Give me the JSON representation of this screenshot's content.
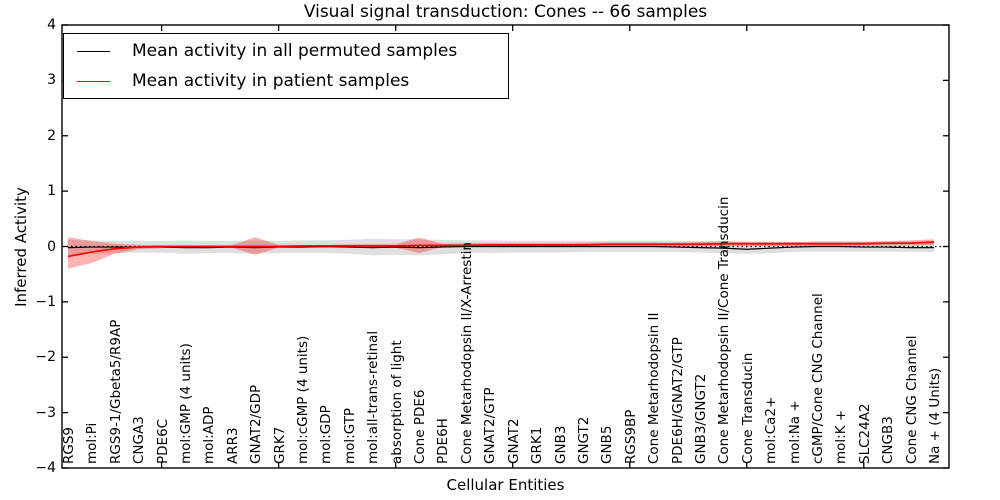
{
  "chart_data": {
    "type": "line",
    "title": "Visual signal transduction: Cones -- 66 samples",
    "xlabel": "Cellular Entities",
    "ylabel": "Inferred Activity",
    "ylim": [
      -4,
      4
    ],
    "yticks": [
      -4,
      -3,
      -2,
      -1,
      0,
      1,
      2,
      3,
      4
    ],
    "grid": false,
    "legend_position": "upper left",
    "zero_line_style": "dotted",
    "top_xtick_indices": [
      4,
      9,
      14,
      19,
      24,
      29,
      34
    ],
    "categories": [
      "RGS9",
      "mol:Pi",
      "RGS9-1/Gbeta5/R9AP",
      "CNGA3",
      "PDE6C",
      "mol:GMP (4 units)",
      "mol:ADP",
      "ARR3",
      "GNAT2/GDP",
      "GRK7",
      "mol:cGMP (4 units)",
      "mol:GDP",
      "mol:GTP",
      "mol:all-trans-retinal",
      "absorption of light",
      "Cone PDE6",
      "PDE6H",
      "Cone Metarhodopsin II/X-Arrestin",
      "GNAT2/GTP",
      "GNAT2",
      "GRK1",
      "GNB3",
      "GNGT2",
      "GNB5",
      "RGS9BP",
      "Cone Metarhodopsin II",
      "PDE6H/GNAT2/GTP",
      "GNB3/GNGT2",
      "Cone Metarhodopsin II/Cone Transducin",
      "Cone Transducin",
      "mol:Ca2+",
      "mol:Na +",
      "cGMP/Cone CNG Channel",
      "mol:K +",
      "SLC24A2",
      "CNGB3",
      "Cone CNG Channel",
      "Na + (4 Units)"
    ],
    "series": [
      {
        "name": "Mean activity in all permuted samples",
        "color": "#000000",
        "band_color": "#6e6e6e",
        "band_alpha": 0.22,
        "values": [
          -0.02,
          -0.01,
          -0.01,
          -0.01,
          -0.01,
          -0.02,
          -0.02,
          -0.01,
          -0.02,
          -0.01,
          -0.01,
          0.0,
          -0.01,
          -0.02,
          -0.01,
          -0.02,
          -0.01,
          0.0,
          0.0,
          0.0,
          0.0,
          0.0,
          0.0,
          0.0,
          0.0,
          0.0,
          -0.01,
          -0.02,
          -0.03,
          -0.05,
          -0.03,
          -0.01,
          0.0,
          0.0,
          -0.01,
          -0.01,
          -0.02,
          -0.02
        ],
        "band_upper": [
          0.12,
          0.11,
          0.1,
          0.1,
          0.1,
          0.11,
          0.1,
          0.1,
          0.11,
          0.1,
          0.11,
          0.11,
          0.12,
          0.14,
          0.13,
          0.13,
          0.12,
          0.11,
          0.11,
          0.1,
          0.1,
          0.1,
          0.1,
          0.1,
          0.1,
          0.1,
          0.1,
          0.1,
          0.1,
          0.09,
          0.09,
          0.08,
          0.08,
          0.08,
          0.08,
          0.08,
          0.09,
          0.1
        ],
        "band_lower": [
          -0.15,
          -0.14,
          -0.12,
          -0.11,
          -0.11,
          -0.13,
          -0.12,
          -0.12,
          -0.13,
          -0.12,
          -0.12,
          -0.12,
          -0.13,
          -0.16,
          -0.15,
          -0.16,
          -0.14,
          -0.12,
          -0.12,
          -0.11,
          -0.11,
          -0.11,
          -0.1,
          -0.1,
          -0.1,
          -0.1,
          -0.1,
          -0.11,
          -0.12,
          -0.13,
          -0.12,
          -0.1,
          -0.09,
          -0.09,
          -0.09,
          -0.09,
          -0.1,
          -0.1
        ]
      },
      {
        "name": "Mean activity in patient samples",
        "color": "#ff0000",
        "band_color": "#ff0000",
        "band_alpha": 0.3,
        "values": [
          -0.18,
          -0.1,
          -0.04,
          -0.01,
          0.0,
          0.0,
          0.0,
          0.0,
          0.0,
          0.0,
          0.01,
          0.01,
          0.01,
          0.01,
          0.01,
          0.02,
          0.02,
          0.02,
          0.03,
          0.03,
          0.03,
          0.03,
          0.03,
          0.04,
          0.04,
          0.04,
          0.04,
          0.04,
          0.05,
          0.05,
          0.05,
          0.05,
          0.05,
          0.05,
          0.05,
          0.06,
          0.06,
          0.08
        ],
        "band_upper": [
          0.17,
          0.1,
          0.05,
          0.03,
          0.02,
          0.02,
          0.02,
          0.02,
          0.17,
          0.03,
          0.03,
          0.03,
          0.04,
          0.04,
          0.04,
          0.16,
          0.05,
          0.06,
          0.06,
          0.06,
          0.06,
          0.06,
          0.07,
          0.07,
          0.07,
          0.07,
          0.07,
          0.08,
          0.09,
          0.08,
          0.08,
          0.08,
          0.09,
          0.09,
          0.09,
          0.1,
          0.11,
          0.13
        ],
        "band_lower": [
          -0.4,
          -0.3,
          -0.13,
          -0.05,
          -0.03,
          -0.02,
          -0.02,
          -0.02,
          -0.15,
          -0.02,
          -0.02,
          -0.02,
          -0.02,
          -0.02,
          -0.02,
          -0.12,
          -0.01,
          -0.01,
          -0.01,
          -0.01,
          -0.01,
          -0.01,
          0.0,
          0.0,
          0.0,
          0.0,
          0.0,
          0.0,
          0.01,
          0.01,
          0.01,
          0.01,
          0.01,
          0.01,
          0.02,
          0.02,
          0.02,
          0.03
        ]
      }
    ]
  }
}
